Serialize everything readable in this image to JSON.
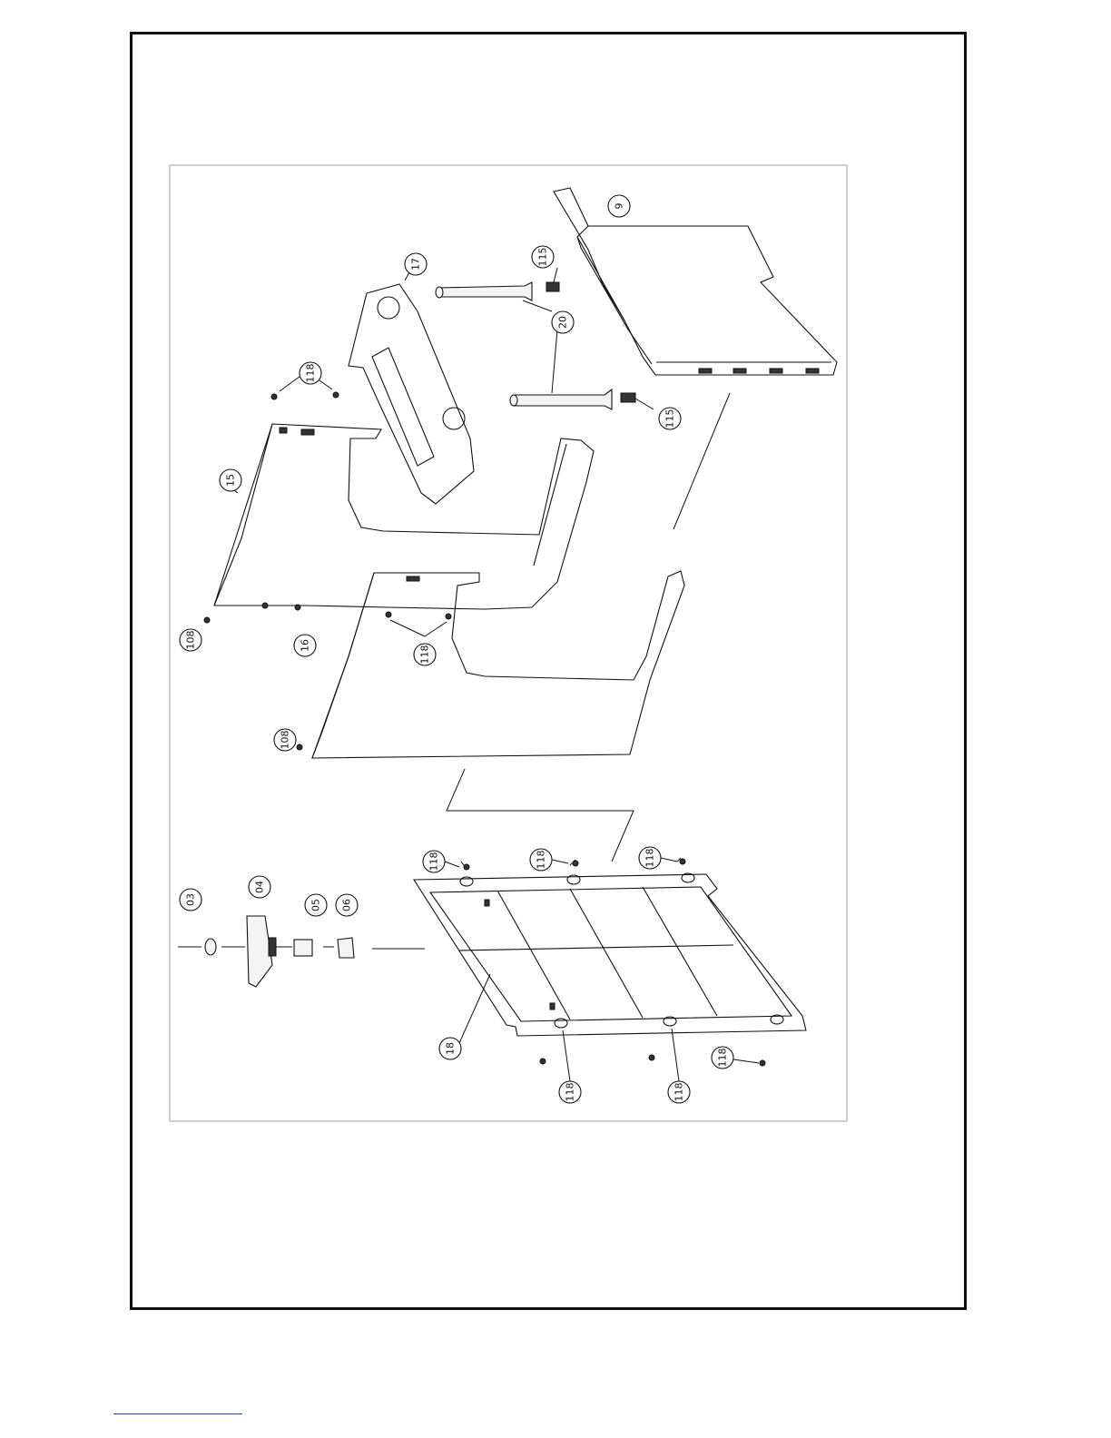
{
  "diagram": {
    "callouts": [
      {
        "id": "c9",
        "label": "9"
      },
      {
        "id": "c115a",
        "label": "115"
      },
      {
        "id": "c17",
        "label": "17"
      },
      {
        "id": "c20",
        "label": "20"
      },
      {
        "id": "c118a",
        "label": "118"
      },
      {
        "id": "c115b",
        "label": "115"
      },
      {
        "id": "c15",
        "label": "15"
      },
      {
        "id": "c108a",
        "label": "108"
      },
      {
        "id": "c16",
        "label": "16"
      },
      {
        "id": "c118b",
        "label": "118"
      },
      {
        "id": "c108b",
        "label": "108"
      },
      {
        "id": "c118c",
        "label": "118"
      },
      {
        "id": "c118d",
        "label": "118"
      },
      {
        "id": "c118e",
        "label": "118"
      },
      {
        "id": "c03",
        "label": "03"
      },
      {
        "id": "c04",
        "label": "04"
      },
      {
        "id": "c05",
        "label": "05"
      },
      {
        "id": "c06",
        "label": "06"
      },
      {
        "id": "c18",
        "label": "18"
      },
      {
        "id": "c118f",
        "label": "118"
      },
      {
        "id": "c118g",
        "label": "118"
      },
      {
        "id": "c118h",
        "label": "118"
      }
    ]
  },
  "colors": {
    "frame": "#111111",
    "panel_border": "#c8d0dc",
    "footer_rule": "#2b3fc9"
  }
}
